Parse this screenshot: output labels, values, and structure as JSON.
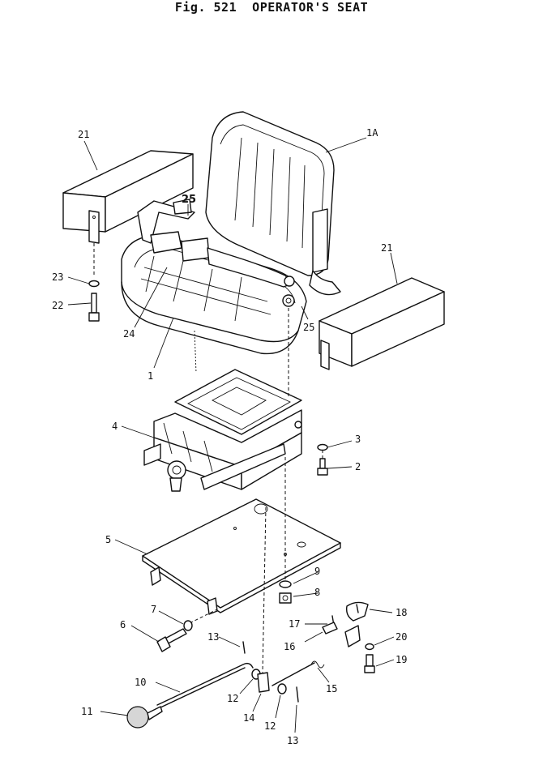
{
  "figure": {
    "number": "Fig. 521",
    "title": "OPERATOR'S SEAT"
  },
  "callouts": {
    "c1A": "1A",
    "c1": "1",
    "c2": "2",
    "c3": "3",
    "c4": "4",
    "c5": "5",
    "c6": "6",
    "c7": "7",
    "c8": "8",
    "c9": "9",
    "c10": "10",
    "c11": "11",
    "c12a": "12",
    "c12b": "12",
    "c13a": "13",
    "c13b": "13",
    "c14": "14",
    "c15": "15",
    "c16": "16",
    "c17": "17",
    "c18": "18",
    "c19": "19",
    "c20": "20",
    "c21a": "21",
    "c21b": "21",
    "c22": "22",
    "c23": "23",
    "c24": "24",
    "c25a": "25",
    "c25b": "25"
  }
}
